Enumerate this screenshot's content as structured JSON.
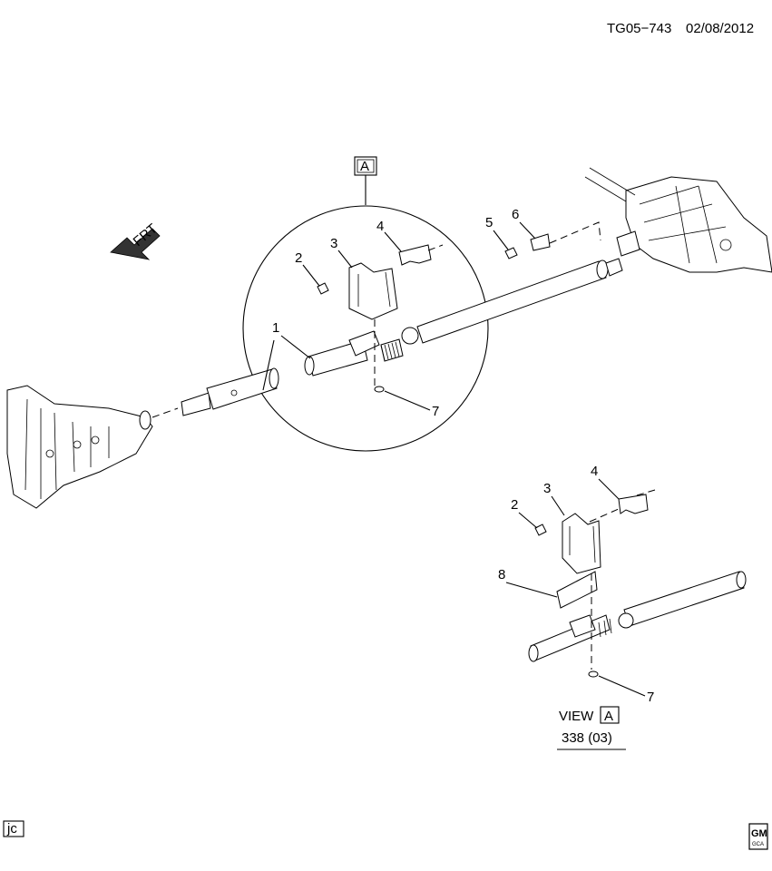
{
  "header": {
    "drawing_id": "TG05−743",
    "date": "02/08/2012"
  },
  "view_marker": "A",
  "front_indicator": "FRT",
  "callouts": {
    "c1": "1",
    "c2": "2",
    "c3": "3",
    "c4": "4",
    "c5": "5",
    "c6": "6",
    "c7": "7",
    "d2": "2",
    "d3": "3",
    "d4": "4",
    "d7": "7",
    "d8": "8"
  },
  "view_caption": {
    "word": "VIEW",
    "letter": "A",
    "reference": "338 (03)"
  },
  "footer": {
    "initials": "jc",
    "logo_top": "GM",
    "logo_bottom": "GCA"
  }
}
